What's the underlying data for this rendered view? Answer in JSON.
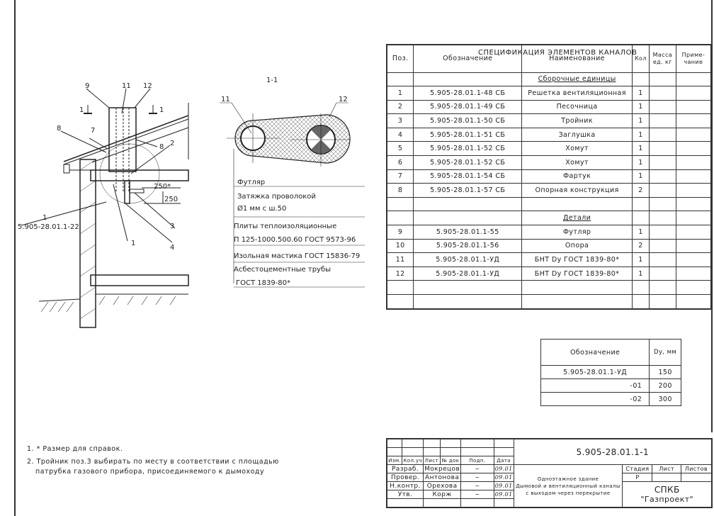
{
  "spec": {
    "title": "СПЕЦИФИКАЦИЯ ЭЛЕМЕНТОВ КАНАЛОВ",
    "headers": [
      "Поз.",
      "Обозначение",
      "Наименование",
      "Кол",
      "Масса ед. кг",
      "Приме-чание"
    ],
    "section_assembly": "Сборочные единицы",
    "section_parts": "Детали",
    "assembly_rows": [
      {
        "pos": "1",
        "code": "5.905-28.01.1-48 СБ",
        "name": "Решетка вентиляционная",
        "qty": "1"
      },
      {
        "pos": "2",
        "code": "5.905-28.01.1-49 СБ",
        "name": "Песочница",
        "qty": "1"
      },
      {
        "pos": "3",
        "code": "5.905-28.01.1-50 СБ",
        "name": "Тройник",
        "qty": "1"
      },
      {
        "pos": "4",
        "code": "5.905-28.01.1-51 СБ",
        "name": "Заглушка",
        "qty": "1"
      },
      {
        "pos": "5",
        "code": "5.905-28.01.1-52 СБ",
        "name": "Хомут",
        "qty": "1"
      },
      {
        "pos": "6",
        "code": "5.905-28.01.1-52 СБ",
        "name": "Хомут",
        "qty": "1"
      },
      {
        "pos": "7",
        "code": "5.905-28.01.1-54 СБ",
        "name": "Фартук",
        "qty": "1"
      },
      {
        "pos": "8",
        "code": "5.905-28.01.1-57 СБ",
        "name": "Опорная конструкция",
        "qty": "2"
      }
    ],
    "part_rows": [
      {
        "pos": "9",
        "code": "5.905-28.01.1-55",
        "name": "Футляр",
        "qty": "1"
      },
      {
        "pos": "10",
        "code": "5.905-28.01.1-56",
        "name": "Опора",
        "qty": "2"
      },
      {
        "pos": "11",
        "code": "5.905-28.01.1-УД",
        "name": "БНТ Dy ГОСТ 1839-80*",
        "qty": "1"
      },
      {
        "pos": "12",
        "code": "5.905-28.01.1-УД",
        "name": "БНТ Dy ГОСТ 1839-80*",
        "qty": "1"
      }
    ]
  },
  "dy_table": {
    "headers": [
      "Обозначение",
      "Dy, мм"
    ],
    "rows": [
      {
        "code": "5.905-28.01.1-УД",
        "dy": "150"
      },
      {
        "code": "-01",
        "dy": "200"
      },
      {
        "code": "-02",
        "dy": "300"
      }
    ]
  },
  "section": {
    "title": "1-1",
    "callouts": [
      "11",
      "12"
    ],
    "legend": [
      "Футляр",
      "Затяжка проволокой",
      "Ø1 мм с ш.50",
      "Плиты теплоизоляционные",
      "П 125-1000.500.60 ГОСТ 9573-96",
      "Изольная мастика ГОСТ 15836-79",
      "Асбестоцементные трубы",
      "ГОСТ 1839-80*"
    ]
  },
  "elevation": {
    "callouts": {
      "c9": "9",
      "c11": "11",
      "c12": "12",
      "c8a": "8",
      "c7": "7",
      "c8b": "8",
      "c2": "2",
      "c1": "1",
      "c1b": "1",
      "c3": "3",
      "c4": "4",
      "cut_left": "1",
      "cut_right": "1"
    },
    "ref_code": "5.905-28.01.1-22",
    "dim1": "250*",
    "dim2": "250"
  },
  "notes": [
    "1. * Размер для справок.",
    "2. Тройник поз.3 выбирать по месту в соответствии с площадью",
    "патрубка газового прибора, присоединяемого к дымоходу"
  ],
  "title_block": {
    "code": "5.905-28.01.1-1",
    "col_headers": [
      "Изм.",
      "Кол.уч",
      "Лист",
      "№ док",
      "Подп.",
      "Дата"
    ],
    "people": [
      {
        "role": "Разраб.",
        "name": "Мокрецов",
        "date": "09.01"
      },
      {
        "role": "Провер.",
        "name": "Антонова",
        "date": "09.01"
      },
      {
        "role": "Н.контр.",
        "name": "Орехова",
        "date": "09.01"
      },
      {
        "role": "Утв.",
        "name": "Корж",
        "date": "09.01"
      }
    ],
    "description": [
      "Одноэтажное здание",
      "Дымовой и вентиляционный каналы",
      "с выходом через перекрытие"
    ],
    "stage_label": "Стадия",
    "sheet_label": "Лист",
    "sheets_label": "Листов",
    "stage": "Р",
    "org": "СПКБ",
    "org2": "\"Газпроект\""
  }
}
